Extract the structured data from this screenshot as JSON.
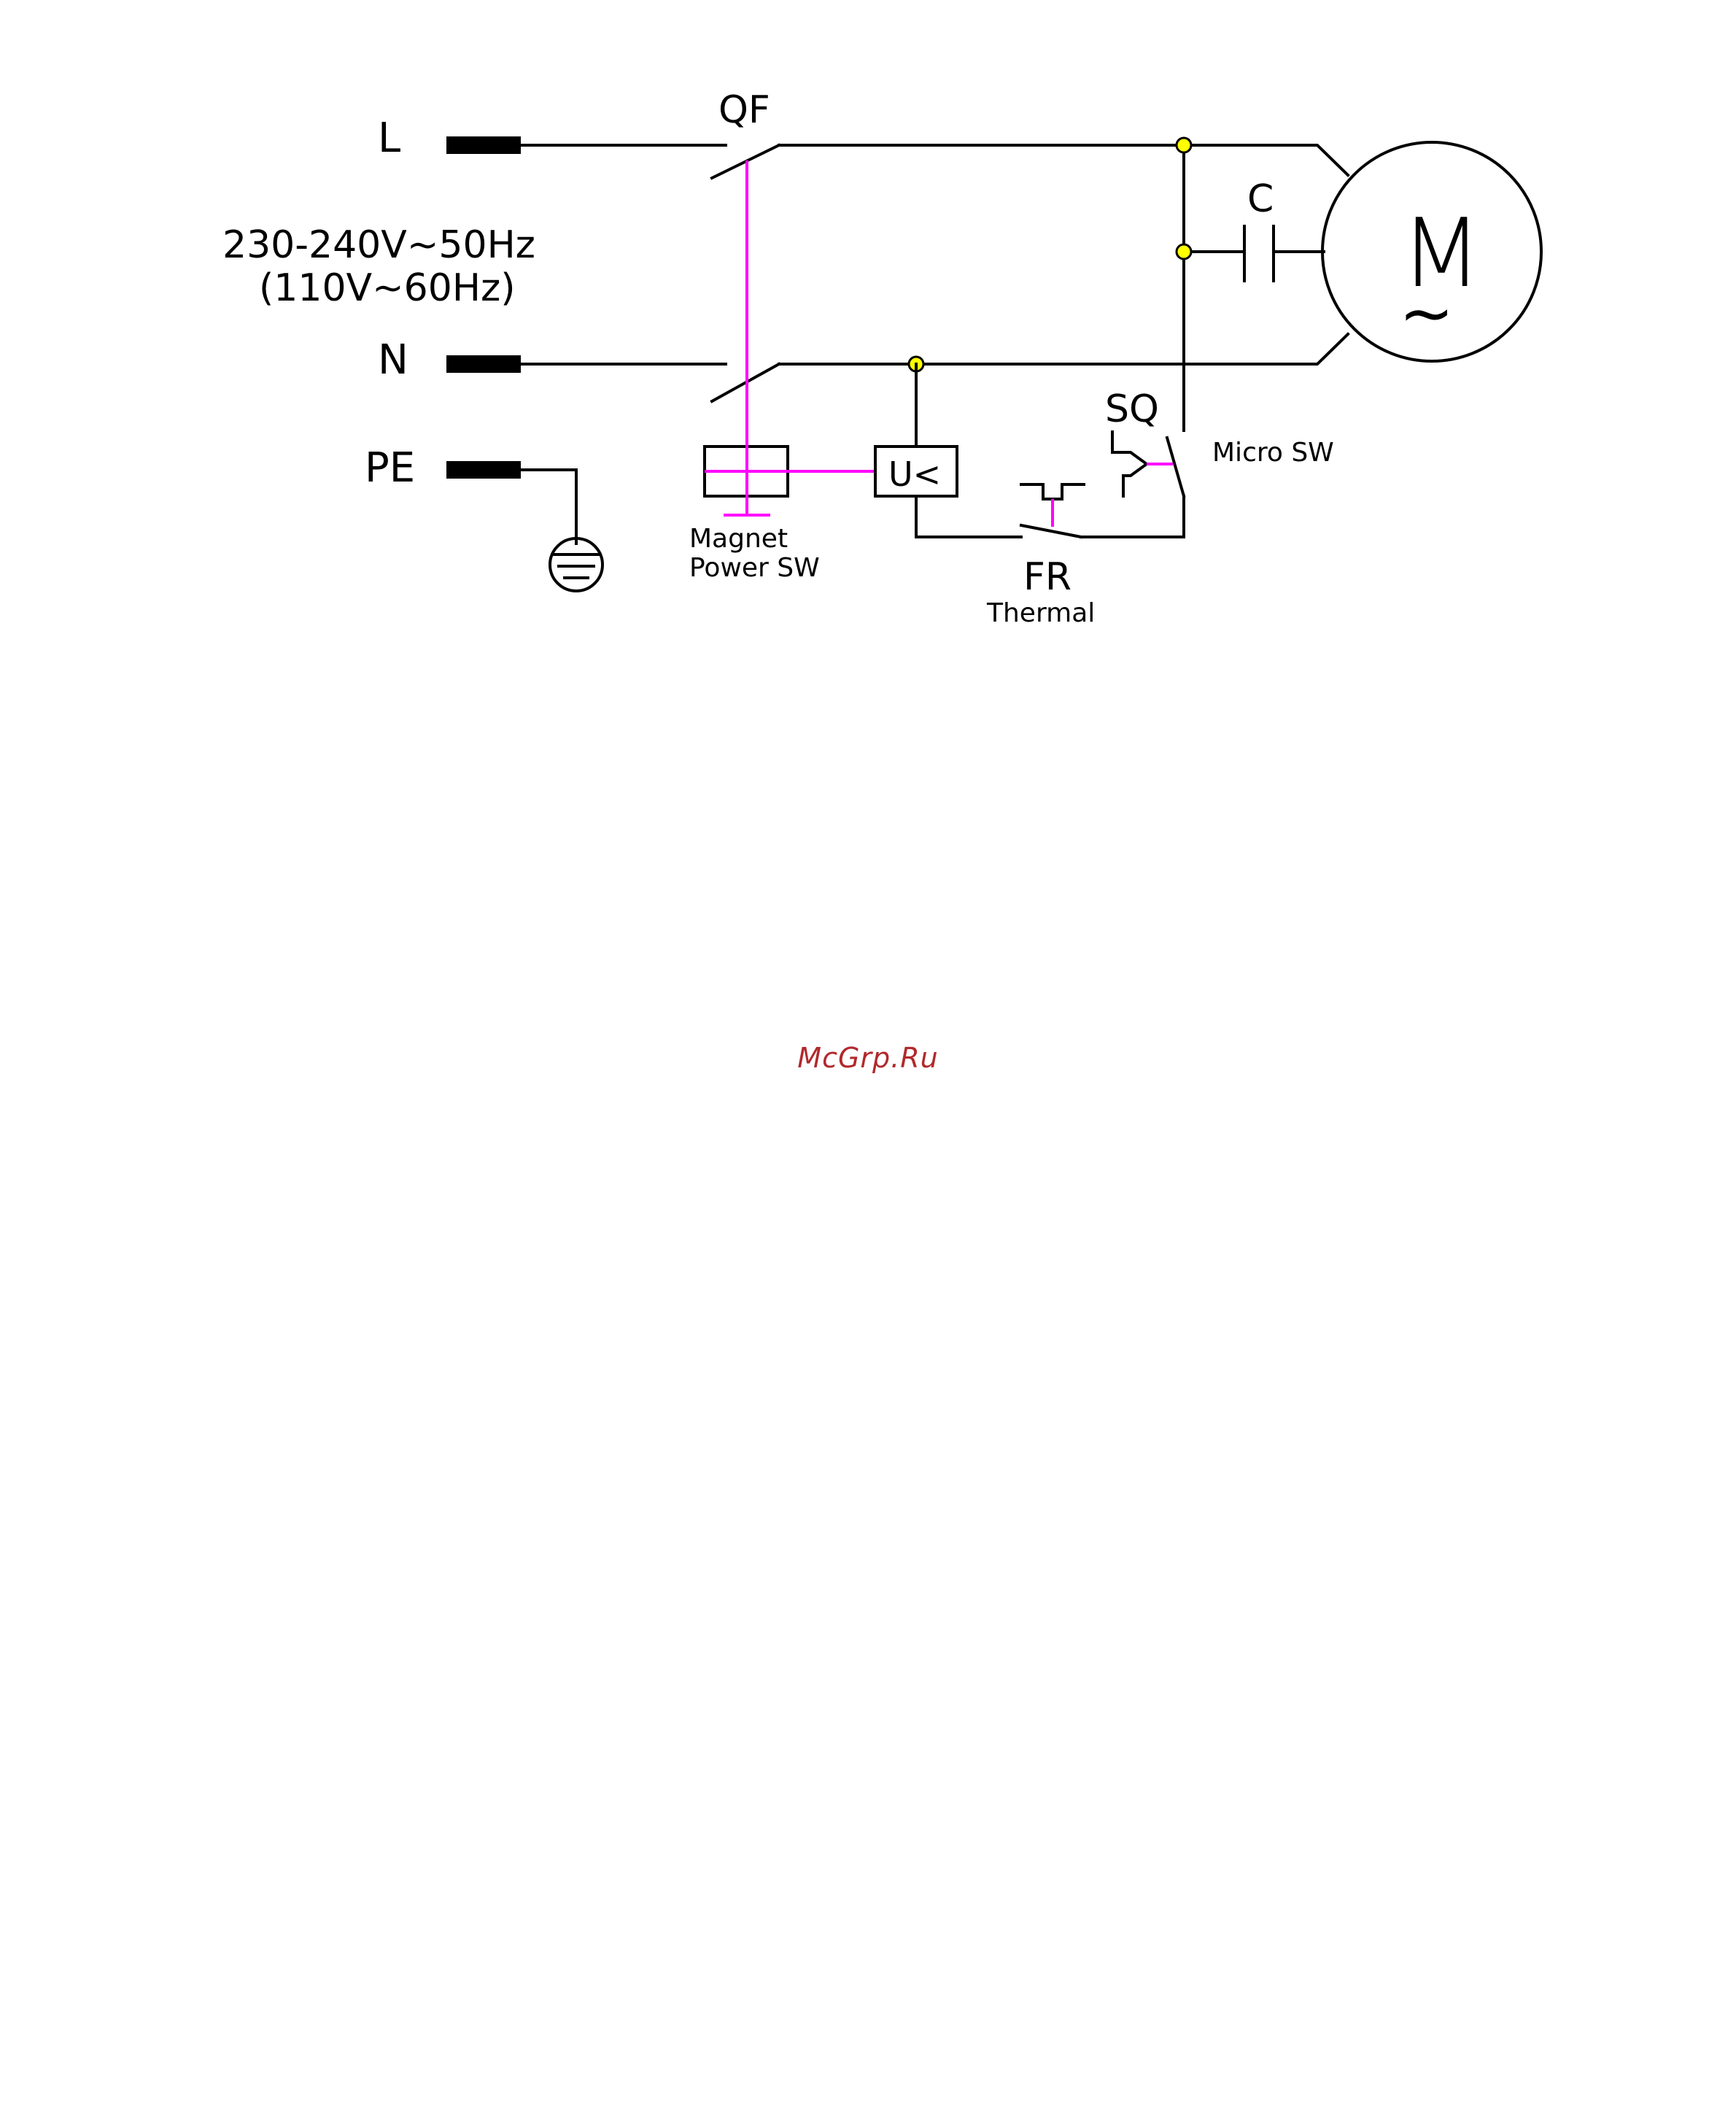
{
  "diagram": {
    "terminals": {
      "line": "L",
      "neutral": "N",
      "protective_earth": "PE"
    },
    "supply": {
      "voltage_primary": "230-240V~50Hz",
      "voltage_alt": "(110V~60Hz)"
    },
    "components": {
      "breaker": "QF",
      "capacitor": "C",
      "motor": "M",
      "motor_symbol": "~",
      "magnet_switch_line1": "Magnet",
      "magnet_switch_line2": "Power SW",
      "undervoltage": "U<",
      "thermal_id": "FR",
      "thermal_label": "Thermal",
      "micro_switch_id": "SQ",
      "micro_switch_label": "Micro SW"
    },
    "colors": {
      "wire": "#000000",
      "mechanical_link": "#ff00ff",
      "junction": "#ffff00"
    }
  },
  "watermark": "McGrp.Ru"
}
